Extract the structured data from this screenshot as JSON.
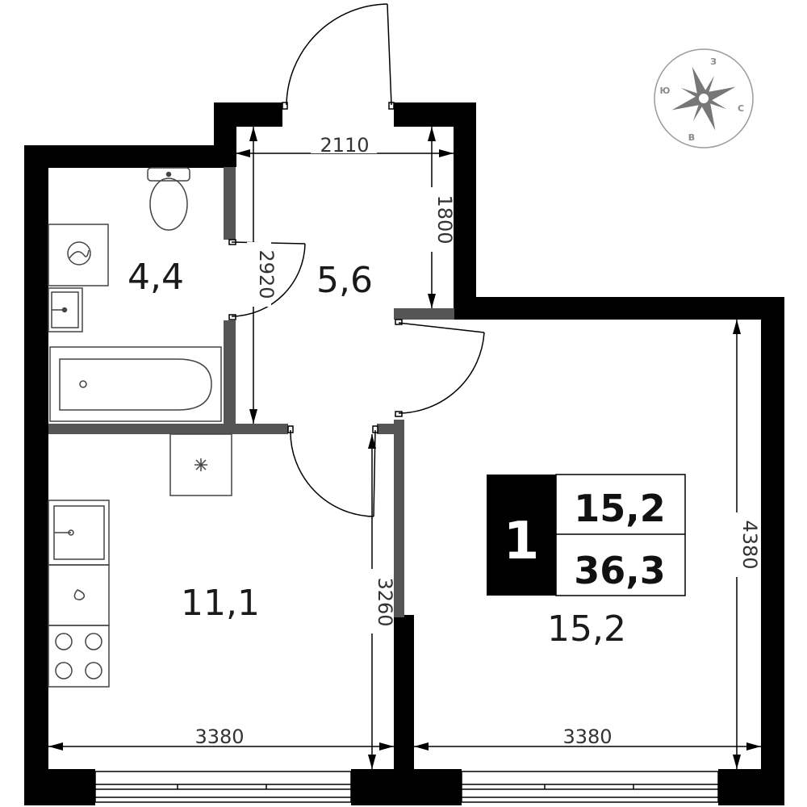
{
  "plan": {
    "rooms": [
      {
        "id": "bathroom",
        "area": "4,4"
      },
      {
        "id": "hallway",
        "area": "5,6"
      },
      {
        "id": "kitchen",
        "area": "11,1"
      },
      {
        "id": "living",
        "area": "15,2"
      }
    ],
    "dimensions": {
      "hall_width": "2110",
      "hall_depth": "1800",
      "bath_length": "2920",
      "kitchen_depth": "3260",
      "kitchen_width": "3380",
      "living_width": "3380",
      "living_depth": "4380"
    },
    "badge": {
      "rooms_count": "1",
      "living_area": "15,2",
      "total_area": "36,3"
    },
    "compass": {
      "top": "З",
      "left": "Ю",
      "right": "С",
      "bottom": "В"
    },
    "colors": {
      "wall": "#000000",
      "partition": "#555555",
      "fixture": "#444444"
    }
  }
}
